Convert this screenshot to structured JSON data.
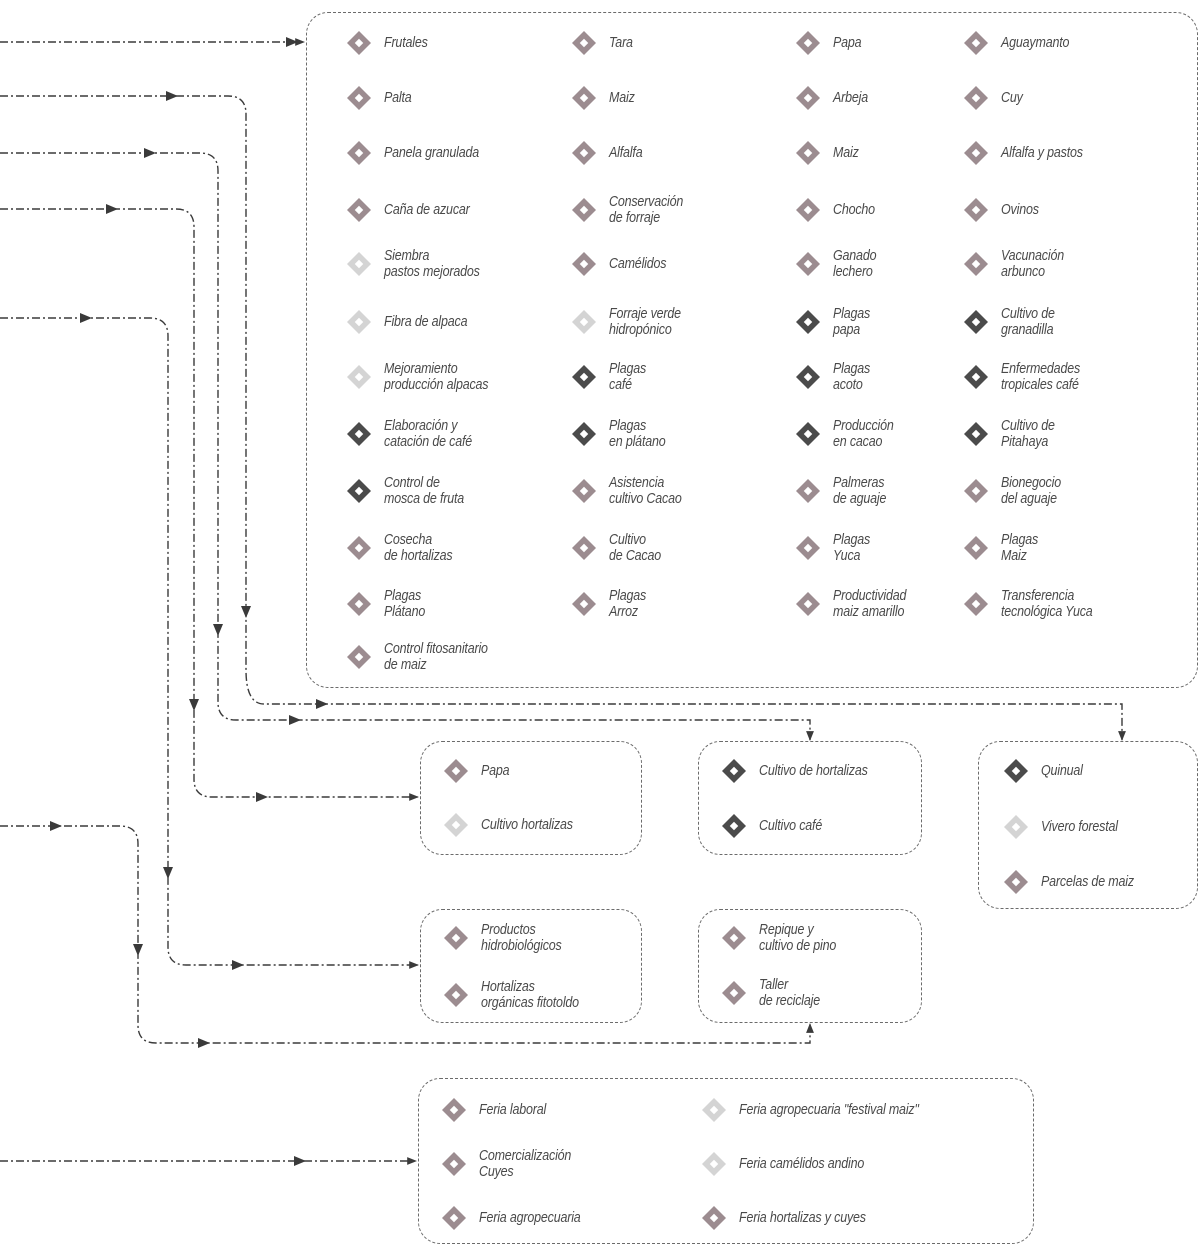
{
  "palette": {
    "muted": "#9c8c90",
    "light": "#d4d4d4",
    "dark": "#4b4b4b",
    "line": "#3a3a3a"
  },
  "diagram": {
    "groups": [
      {
        "id": "group-main",
        "items": [
          {
            "text": "Frutales",
            "shade": "muted"
          },
          {
            "text": "Tara",
            "shade": "muted"
          },
          {
            "text": "Papa",
            "shade": "muted"
          },
          {
            "text": "Aguaymanto",
            "shade": "muted"
          },
          {
            "text": "Palta",
            "shade": "muted"
          },
          {
            "text": "Maiz",
            "shade": "muted"
          },
          {
            "text": "Arbeja",
            "shade": "muted"
          },
          {
            "text": "Cuy",
            "shade": "muted"
          },
          {
            "text": "Panela granulada",
            "shade": "muted"
          },
          {
            "text": "Alfalfa",
            "shade": "muted"
          },
          {
            "text": "Maiz",
            "shade": "muted"
          },
          {
            "text": "Alfalfa y pastos",
            "shade": "muted"
          },
          {
            "text": "Caña de azucar",
            "shade": "muted"
          },
          {
            "text": "Conservación\nde forraje",
            "shade": "muted"
          },
          {
            "text": "Chocho",
            "shade": "muted"
          },
          {
            "text": "Ovinos",
            "shade": "muted"
          },
          {
            "text": "Siembra\npastos mejorados",
            "shade": "light"
          },
          {
            "text": "Camélidos",
            "shade": "muted"
          },
          {
            "text": "Ganado\nlechero",
            "shade": "muted"
          },
          {
            "text": "Vacunación\narbunco",
            "shade": "muted"
          },
          {
            "text": "Fibra de alpaca",
            "shade": "light"
          },
          {
            "text": "Forraje verde\nhidropónico",
            "shade": "light"
          },
          {
            "text": "Plagas\npapa",
            "shade": "dark"
          },
          {
            "text": "Cultivo de\ngranadilla",
            "shade": "dark"
          },
          {
            "text": "Mejoramiento\nproducción alpacas",
            "shade": "light"
          },
          {
            "text": "Plagas\ncafé",
            "shade": "dark"
          },
          {
            "text": "Plagas\nacoto",
            "shade": "dark"
          },
          {
            "text": "Enfermedades\ntropicales café",
            "shade": "dark"
          },
          {
            "text": "Elaboración y\ncatación de café",
            "shade": "dark"
          },
          {
            "text": "Plagas\nen plátano",
            "shade": "dark"
          },
          {
            "text": "Producción\nen cacao",
            "shade": "dark"
          },
          {
            "text": "Cultivo de\nPitahaya",
            "shade": "dark"
          },
          {
            "text": "Control de\nmosca de fruta",
            "shade": "dark"
          },
          {
            "text": "Asistencia\ncultivo Cacao",
            "shade": "muted"
          },
          {
            "text": "Palmeras\nde aguaje",
            "shade": "muted"
          },
          {
            "text": "Bionegocio\ndel aguaje",
            "shade": "muted"
          },
          {
            "text": "Cosecha\nde hortalizas",
            "shade": "muted"
          },
          {
            "text": "Cultivo\nde Cacao",
            "shade": "muted"
          },
          {
            "text": "Plagas\nYuca",
            "shade": "muted"
          },
          {
            "text": "Plagas\nMaiz",
            "shade": "muted"
          },
          {
            "text": "Plagas\nPlátano",
            "shade": "muted"
          },
          {
            "text": "Plagas\nArroz",
            "shade": "muted"
          },
          {
            "text": "Productividad\nmaiz amarillo",
            "shade": "muted"
          },
          {
            "text": "Transferencia\ntecnológica Yuca",
            "shade": "muted"
          },
          {
            "text": "Control fitosanitario\nde maiz",
            "shade": "muted"
          }
        ]
      },
      {
        "id": "group-papa",
        "items": [
          {
            "text": "Papa",
            "shade": "muted"
          },
          {
            "text": "Cultivo hortalizas",
            "shade": "light"
          }
        ]
      },
      {
        "id": "group-hortalizas",
        "items": [
          {
            "text": "Cultivo de hortalizas",
            "shade": "dark"
          },
          {
            "text": "Cultivo café",
            "shade": "dark"
          }
        ]
      },
      {
        "id": "group-quinual",
        "items": [
          {
            "text": "Quinual",
            "shade": "dark"
          },
          {
            "text": "Vivero forestal",
            "shade": "light"
          },
          {
            "text": "Parcelas de maiz",
            "shade": "muted"
          }
        ]
      },
      {
        "id": "group-productos",
        "items": [
          {
            "text": "Productos\nhidrobiológicos",
            "shade": "muted"
          },
          {
            "text": "Hortalizas\norgánicas fitotoldo",
            "shade": "muted"
          }
        ]
      },
      {
        "id": "group-repique",
        "items": [
          {
            "text": "Repique y\ncultivo de pino",
            "shade": "muted"
          },
          {
            "text": "Taller\nde reciclaje",
            "shade": "muted"
          }
        ]
      },
      {
        "id": "group-ferias",
        "items": [
          {
            "text": "Feria laboral",
            "shade": "muted"
          },
          {
            "text": "Feria agropecuaria \"festival maiz\"",
            "shade": "light"
          },
          {
            "text": "Comercialización\nCuyes",
            "shade": "muted"
          },
          {
            "text": "Feria camélidos andino",
            "shade": "light"
          },
          {
            "text": "Feria agropecuaria",
            "shade": "muted"
          },
          {
            "text": "Feria hortalizas y cuyes",
            "shade": "muted"
          }
        ]
      }
    ]
  }
}
